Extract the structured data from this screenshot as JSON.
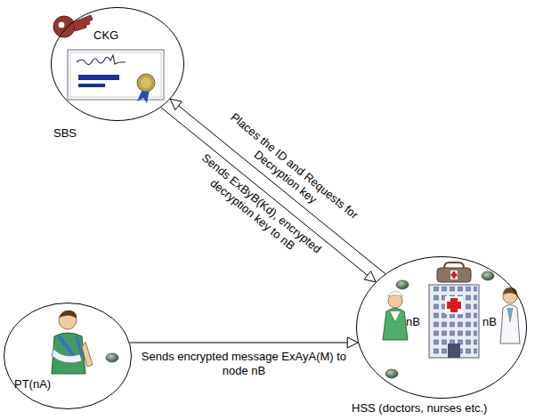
{
  "diagram": {
    "nodes": [
      {
        "text": [
          "CKG",
          "SBS"
        ]
      },
      {
        "text": [
          "PT(nA)"
        ]
      },
      {
        "text": [
          "nB",
          "nB",
          "HSS (doctors, nurses etc.)"
        ]
      }
    ],
    "edges": [
      {
        "from": 2,
        "to": 0,
        "label": "Places the ID and Requests for Decryption key",
        "arrow": "to"
      },
      {
        "from": 0,
        "to": 2,
        "label": "Sends ExByB(Kd), encrypted decryption key to nB",
        "arrow": "to"
      },
      {
        "from": 1,
        "to": 2,
        "label": "Sends encrypted message ExAyA(M) to node nB",
        "arrow": "to"
      }
    ]
  }
}
